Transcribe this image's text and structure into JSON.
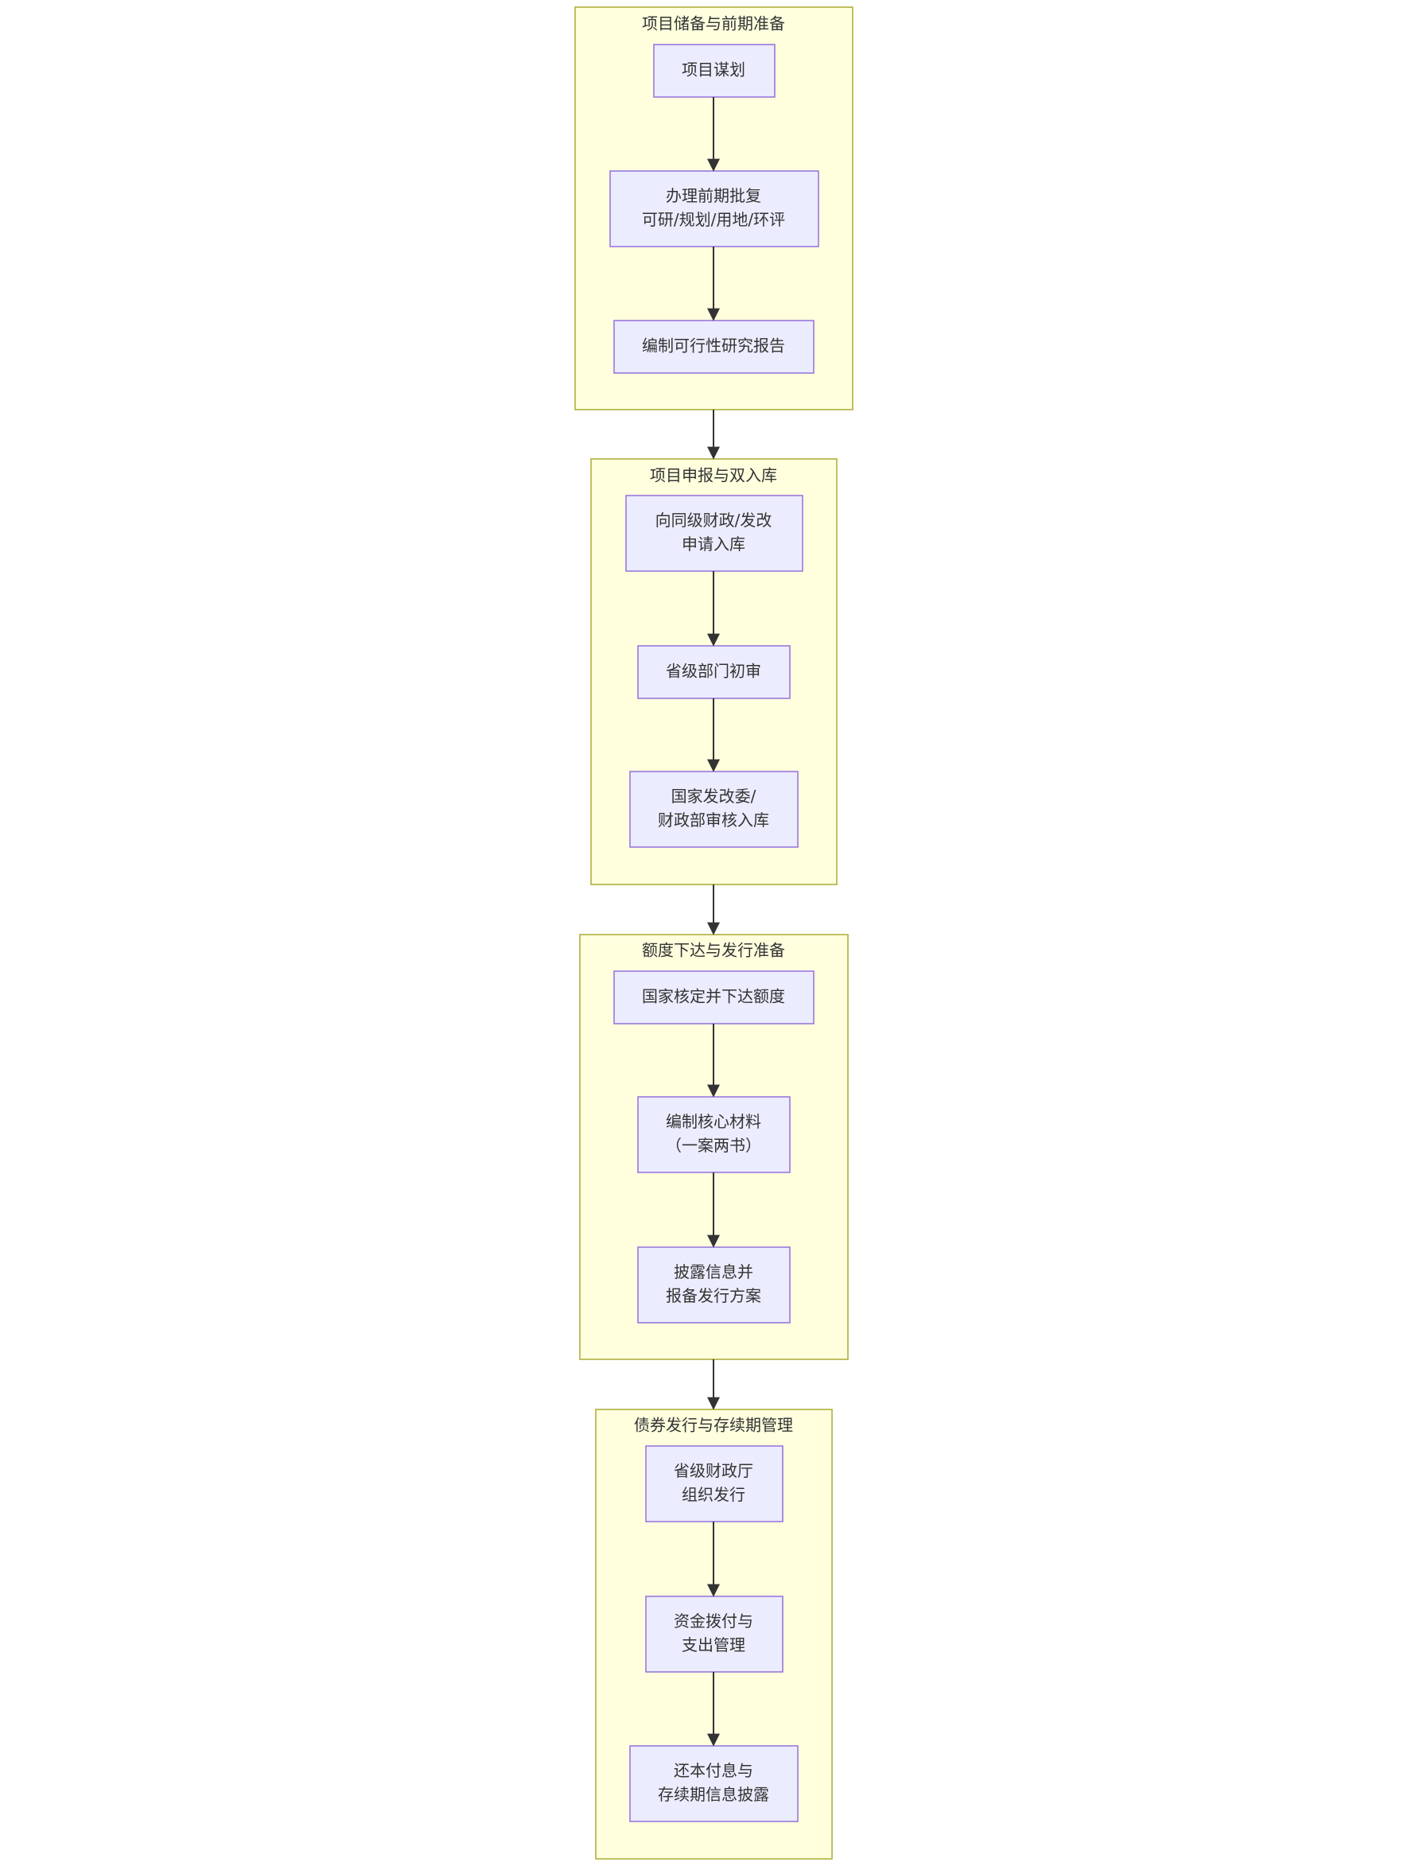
{
  "clusters": [
    {
      "title": "项目储备与前期准备",
      "nodes": [
        {
          "lines": [
            "项目谋划"
          ]
        },
        {
          "lines": [
            "办理前期批复",
            "可研/规划/用地/环评"
          ]
        },
        {
          "lines": [
            "编制可行性研究报告"
          ]
        }
      ]
    },
    {
      "title": "项目申报与双入库",
      "nodes": [
        {
          "lines": [
            "向同级财政/发改",
            "申请入库"
          ]
        },
        {
          "lines": [
            "省级部门初审"
          ]
        },
        {
          "lines": [
            "国家发改委/",
            "财政部审核入库"
          ]
        }
      ]
    },
    {
      "title": "额度下达与发行准备",
      "nodes": [
        {
          "lines": [
            "国家核定并下达额度"
          ]
        },
        {
          "lines": [
            "编制核心材料",
            "（一案两书）"
          ]
        },
        {
          "lines": [
            "披露信息并",
            "报备发行方案"
          ]
        }
      ]
    },
    {
      "title": "债券发行与存续期管理",
      "nodes": [
        {
          "lines": [
            "省级财政厅",
            "组织发行"
          ]
        },
        {
          "lines": [
            "资金拨付与",
            "支出管理"
          ]
        },
        {
          "lines": [
            "还本付息与",
            "存续期信息披露"
          ]
        }
      ]
    }
  ],
  "colors": {
    "cluster_fill": "#ffffde",
    "cluster_stroke": "#aaaa33",
    "node_fill": "#ececff",
    "node_stroke": "#9370db",
    "edge": "#333333",
    "text": "#333333"
  }
}
